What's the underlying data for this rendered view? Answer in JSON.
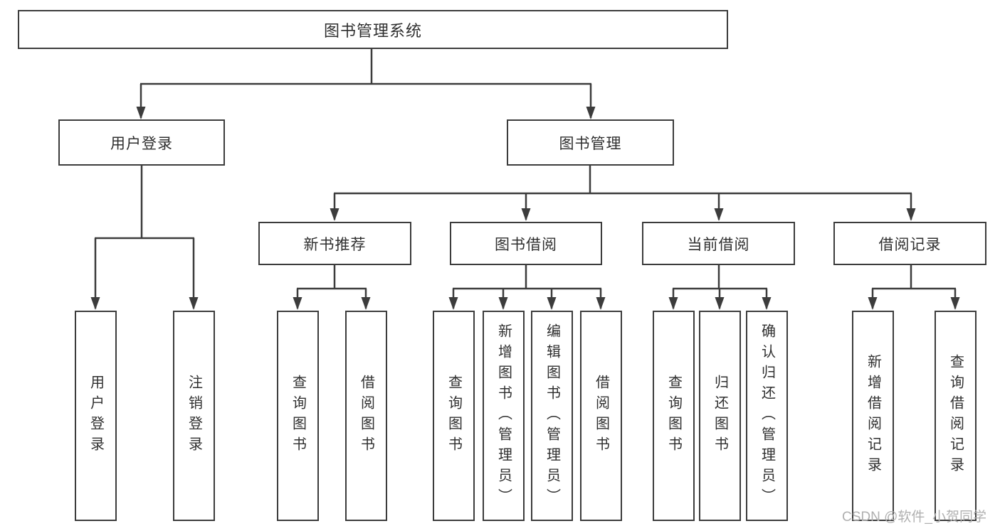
{
  "title": "图书管理系统",
  "watermark": "CSDN @软件_小贺同学",
  "colors": {
    "line": "#3c3c3c",
    "border": "#3c3c3c",
    "text": "#2f2f2f",
    "watermark_text": "#b0b0b0",
    "background": "#ffffff"
  },
  "tree": {
    "root": {
      "label": "图书管理系统"
    },
    "branches": [
      {
        "label": "用户登录",
        "children": [
          "用户登录",
          "注销登录"
        ]
      },
      {
        "label": "图书管理",
        "sections": [
          {
            "label": "新书推荐",
            "children": [
              "查询图书",
              "借阅图书"
            ]
          },
          {
            "label": "图书借阅",
            "children": [
              "查询图书",
              "新增图书（管理员）",
              "编辑图书（管理员）",
              "借阅图书"
            ]
          },
          {
            "label": "当前借阅",
            "children": [
              "查询图书",
              "归还图书",
              "确认归还（管理员）"
            ]
          },
          {
            "label": "借阅记录",
            "children": [
              "新增借阅记录",
              "查询借阅记录"
            ]
          }
        ]
      }
    ]
  }
}
